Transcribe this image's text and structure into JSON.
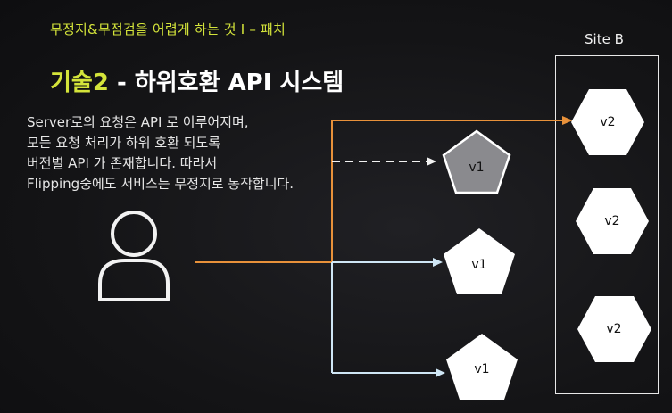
{
  "slide": {
    "top_title": "무정지&무점검을 어렵게 하는 것 I – 패치",
    "main_title_accent": "기술2",
    "main_title_rest": " - 하위호환 API 시스템",
    "description_lines": [
      "Server로의 요청은 API 로 이루어지며,",
      "모든 요청 처리가 하위 호환 되도록",
      "버전별 API 가 존재합니다.  따라서",
      "Flipping중에도 서비스는 무정지로 동작합니다."
    ],
    "site_label": "Site B"
  },
  "diagram": {
    "user_icon": "user-icon",
    "nodes_v1": [
      {
        "label": "v1",
        "status": "inactive"
      },
      {
        "label": "v1",
        "status": "active"
      },
      {
        "label": "v1",
        "status": "active"
      }
    ],
    "nodes_v2": [
      {
        "label": "v2"
      },
      {
        "label": "v2"
      },
      {
        "label": "v2"
      }
    ]
  },
  "colors": {
    "accent": "#d4e43a",
    "orange_line": "#e8913a",
    "blue_line": "#cfe6f5",
    "node_fill": "#ffffff",
    "node_inactive_fill": "#8a8a8e"
  }
}
